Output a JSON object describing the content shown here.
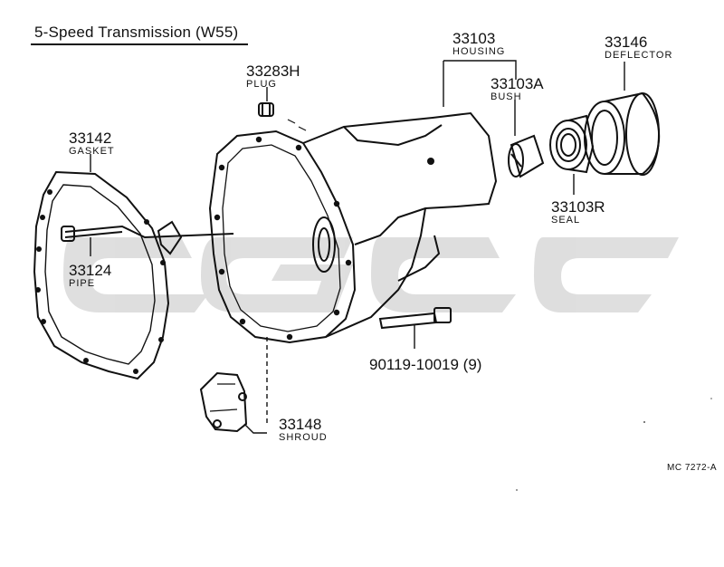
{
  "title": "5-Speed Transmission (W55)",
  "parts": {
    "housing": {
      "number": "33103",
      "name": "HOUSING"
    },
    "bush": {
      "number": "33103A",
      "name": "BUSH"
    },
    "deflector": {
      "number": "33146",
      "name": "DEFLECTOR"
    },
    "plug": {
      "number": "33283H",
      "name": "PLUG"
    },
    "gasket": {
      "number": "33142",
      "name": "GASKET"
    },
    "pipe": {
      "number": "33124",
      "name": "PIPE"
    },
    "seal": {
      "number": "33103R",
      "name": "SEAL"
    },
    "bolt": {
      "number": "90119-10019 (9)"
    },
    "shroud": {
      "number": "33148",
      "name": "SHROUD"
    }
  },
  "drawing_code": "MC 7272-A",
  "colors": {
    "line": "#111111",
    "watermark": "#d9d9d9"
  }
}
